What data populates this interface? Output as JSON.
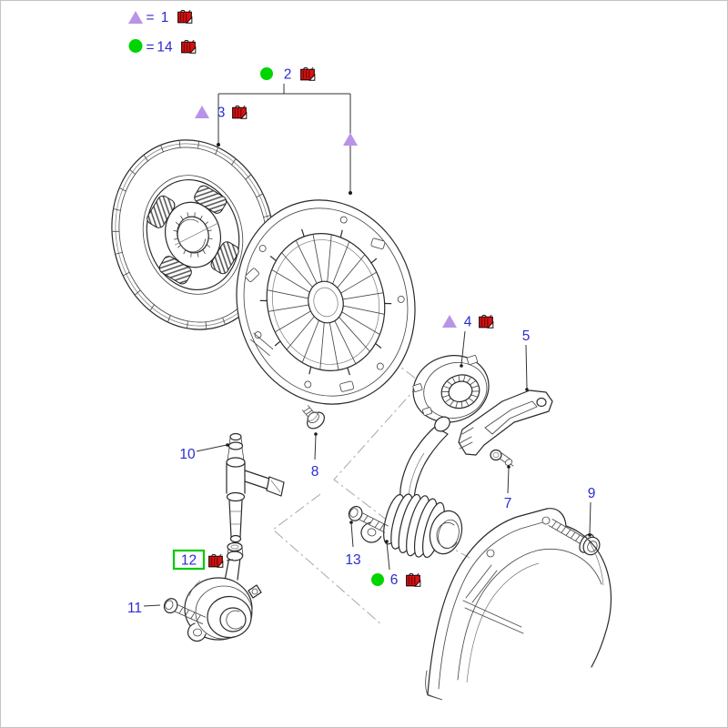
{
  "page": {
    "background": "#ffffff",
    "border_color": "#c4c4c4",
    "description": "Exploded clutch parts diagram with numbered callouts"
  },
  "colors": {
    "label": "#2b2bd0",
    "triangle": "#b893e8",
    "dot": "#00d500",
    "cart_red": "#dd1111",
    "cart_dark": "#7a0808",
    "highlight_box": "#00cc00",
    "line": "#2a2a2a",
    "centerline": "#a8a8a8"
  },
  "icons": {
    "cart_icon": "add-to-basket",
    "triangle_marker": "triangle-marker",
    "dot_marker": "dot-marker"
  },
  "legend": {
    "eq": "=",
    "triangle_value": "1",
    "dot_value": "14"
  },
  "labels": {
    "l2": "2",
    "l3": "3",
    "l4": "4",
    "l5": "5",
    "l6": "6",
    "l7": "7",
    "l8": "8",
    "l9": "9",
    "l10": "10",
    "l11": "11",
    "l12": "12",
    "l13": "13"
  },
  "highlight": {
    "selected_label": "12"
  }
}
